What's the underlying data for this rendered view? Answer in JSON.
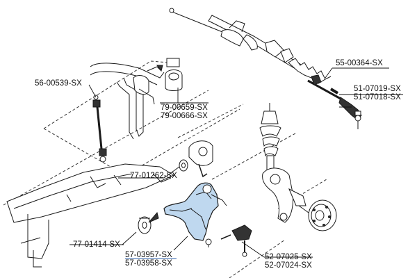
{
  "parts": {
    "stabilizer_link": {
      "code": "56-00539-SX"
    },
    "stabilizer_bushing": {
      "codes": [
        "79-00659-SX",
        "79-00666-SX"
      ]
    },
    "steering_rack_boot": {
      "code": "55-00364-SX"
    },
    "tie_rod_end": {
      "codes": [
        "51-07019-SX",
        "51-07018-SX"
      ]
    },
    "arm_bushing_rear": {
      "code": "77-01262-SX"
    },
    "arm_bushing_front": {
      "code": "77-01414-SX"
    },
    "control_arm": {
      "codes": [
        "57-03957-SX",
        "57-03958-SX"
      ]
    },
    "ball_joint": {
      "codes": [
        "52-07025-SX",
        "52-07024-SX"
      ]
    }
  },
  "colors": {
    "highlight_text": "#2c5fa8",
    "arm_fill": "#bfd8ef",
    "line": "#1a1a1a"
  }
}
